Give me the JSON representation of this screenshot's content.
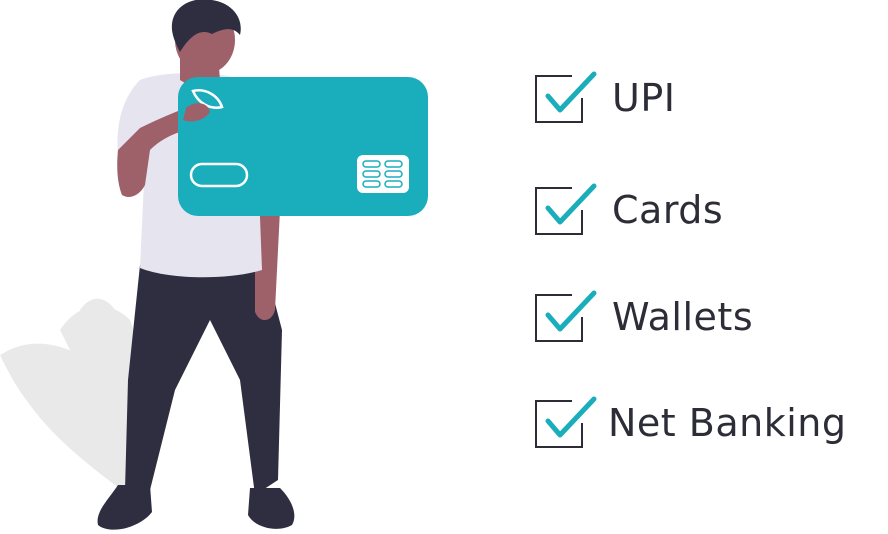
{
  "payment_methods": {
    "items": [
      {
        "label": "UPI",
        "checked": true
      },
      {
        "label": "Cards",
        "checked": true
      },
      {
        "label": "Wallets",
        "checked": true
      },
      {
        "label": "Net Banking",
        "checked": true
      }
    ]
  },
  "colors": {
    "accent": "#1aaebd",
    "text": "#2d2d38",
    "pants": "#2f2e41",
    "shirt": "#e6e4ee",
    "skin": "#9e616a",
    "leaf": "#e8e8e8"
  },
  "icons": {
    "checkbox": "checkbox-checked-icon",
    "card_logo": "leaf-logo-icon",
    "card_chip": "chip-icon"
  }
}
